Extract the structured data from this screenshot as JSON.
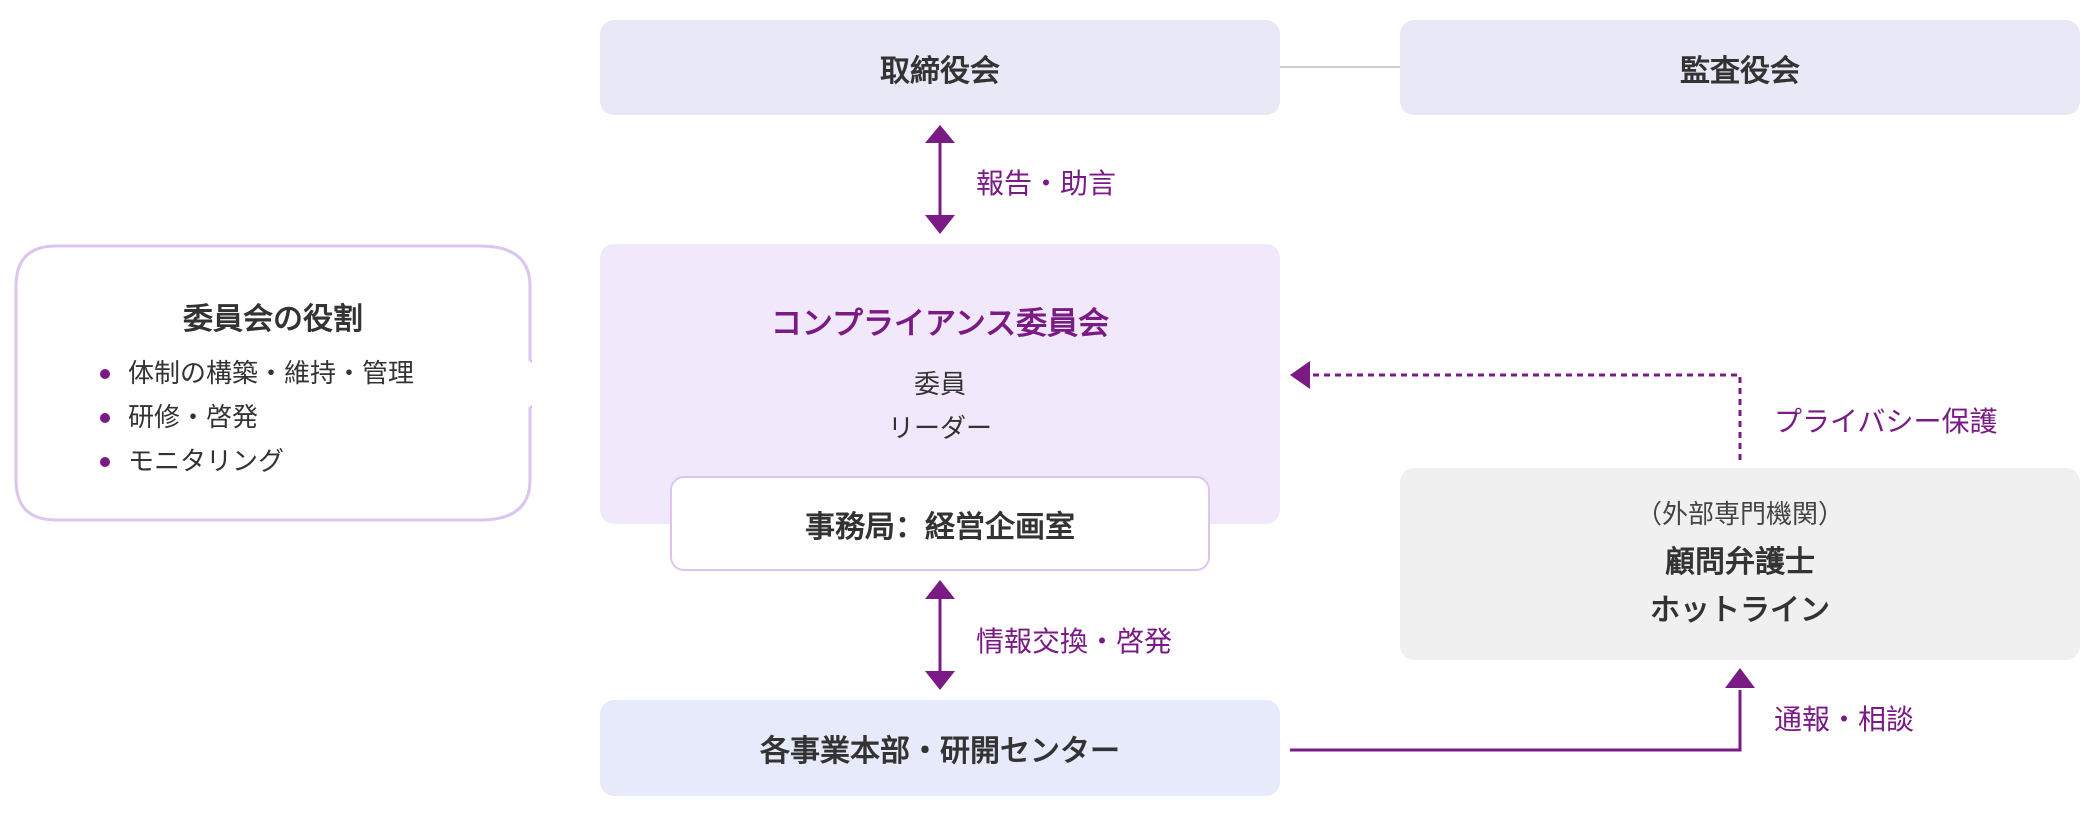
{
  "nodes": {
    "board": "取締役会",
    "audit": "監査役会",
    "committee": {
      "title": "コンプライアンス委員会",
      "lines": [
        "委員",
        "リーダー"
      ]
    },
    "secretariat": "事務局：経営企画室",
    "divisions": "各事業本部・研開センター",
    "external": {
      "sub": "（外部専門機関）",
      "lines": [
        "顧問弁護士",
        "ホットライン"
      ]
    }
  },
  "role_box": {
    "title": "委員会の役割",
    "items": [
      "体制の構築・維持・管理",
      "研修・啓発",
      "モニタリング"
    ]
  },
  "edge_labels": {
    "report_advice": "報告・助言",
    "info_exchange": "情報交換・啓発",
    "privacy": "プライバシー保護",
    "report_consult": "通報・相談"
  },
  "colors": {
    "accent": "#7a1a85",
    "board_bg": "#e8e8f6",
    "committee_bg": "#f1e8fb",
    "divisions_bg": "#e6eafb",
    "external_bg": "#f0f0f0"
  }
}
